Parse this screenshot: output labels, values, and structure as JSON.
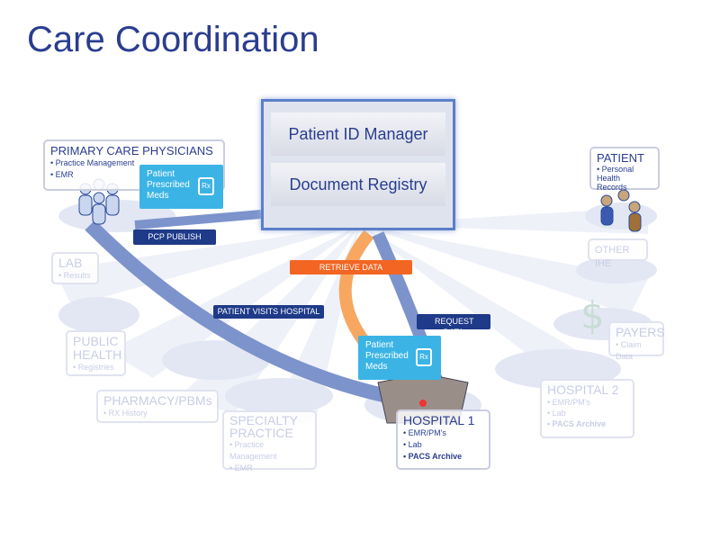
{
  "title": "Care Coordination",
  "center": {
    "panel1": "Patient ID Manager",
    "panel2": "Document Registry"
  },
  "nodes": {
    "pcp": {
      "heading": "PRIMARY CARE PHYSICIANS",
      "items": [
        "Practice Management",
        "EMR"
      ]
    },
    "patient": {
      "heading": "PATIENT",
      "items": [
        "Personal Health Records"
      ]
    },
    "other_ihe": {
      "heading": "OTHER IHE"
    },
    "lab": {
      "heading": "LAB",
      "items": [
        "Results"
      ]
    },
    "public_health": {
      "heading": "PUBLIC HEALTH",
      "items": [
        "Registries"
      ]
    },
    "payers": {
      "heading": "PAYERS",
      "items": [
        "Claim Data"
      ]
    },
    "pharmacy": {
      "heading": "PHARMACY/PBMs",
      "items": [
        "RX History"
      ]
    },
    "hospital2": {
      "heading": "HOSPITAL 2",
      "items": [
        "EMR/PM's",
        "Lab",
        "PACS Archive"
      ]
    },
    "specialty": {
      "heading": "SPECIALTY PRACTICE",
      "items": [
        "Practice Management",
        "EMR"
      ]
    },
    "hospital1": {
      "heading": "HOSPITAL 1",
      "items": [
        "EMR/PM's",
        "Lab",
        "PACS Archive"
      ]
    }
  },
  "meds": {
    "label": "Patient Prescribed Meds",
    "rx": "Rx"
  },
  "flows": {
    "pcp_publish": "PCP PUBLISH",
    "retrieve": "RETRIEVE DATA",
    "visits": "PATIENT VISITS HOSPITAL",
    "request": "REQUEST DATA"
  },
  "colors": {
    "title": "#2a3d8f",
    "navy": "#1e3a88",
    "orange": "#f26522",
    "cyan": "#3bb4e5",
    "arrow": "#7d93cc"
  }
}
